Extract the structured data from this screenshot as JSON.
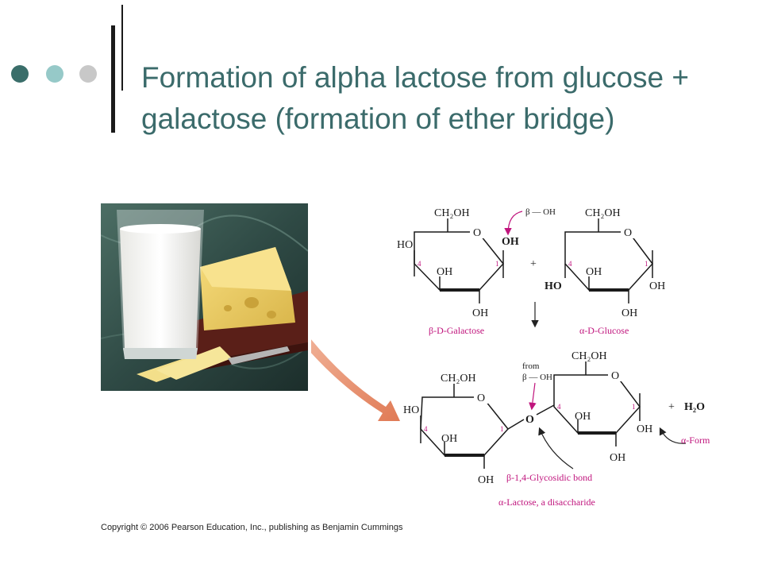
{
  "slide": {
    "title": "Formation of alpha lactose from glucose + galactose (formation of ether bridge)",
    "copyright": "Copyright © 2006 Pearson Education, Inc., publishing as Benjamin Cummings"
  },
  "diagram": {
    "galactose": {
      "ch2oh": "CH₂OH",
      "ring_o": "O",
      "ho_left": "HO",
      "oh_bottom_left": "OH",
      "oh_below": "OH",
      "oh_right": "OH",
      "c1": "1",
      "c4": "4",
      "caption": "β-D-Galactose"
    },
    "beta_oh_label": "β — OH",
    "plus": "+",
    "glucose": {
      "ch2oh": "CH₂OH",
      "ring_o": "O",
      "ho_left": "HO",
      "oh_bottom_left": "OH",
      "oh_below": "OH",
      "oh_right": "OH",
      "c1": "1",
      "c4": "4",
      "caption": "α-D-Glucose"
    },
    "lactose": {
      "left_ch2oh": "CH₂OH",
      "left_ring_o": "O",
      "left_ho": "HO",
      "left_oh_bottom": "OH",
      "left_oh_below": "OH",
      "bridge_o": "O",
      "from_label": "from",
      "from_beta_oh": "β — OH",
      "right_ch2oh": "CH₂OH",
      "right_ring_o": "O",
      "right_oh_inner": "OH",
      "right_oh_below": "OH",
      "right_oh_right": "OH",
      "c1": "1",
      "c4": "4",
      "glycosidic_bond": "β-1,4-Glycosidic bond",
      "caption": "α-Lactose, a disaccharide"
    },
    "plus_water": "+",
    "water": "H₂O",
    "alpha_form": "α-Form"
  },
  "colors": {
    "title": "#3b6b6b",
    "dot_dark": "#3a6e6a",
    "dot_teal": "#96c9c8",
    "dot_grey": "#c8c8c8",
    "bar": "#1a1a1a",
    "annotation": "#c0157d",
    "arrow": "#e08a6a"
  },
  "icons": {
    "photo": "milk-cheese-photo"
  }
}
